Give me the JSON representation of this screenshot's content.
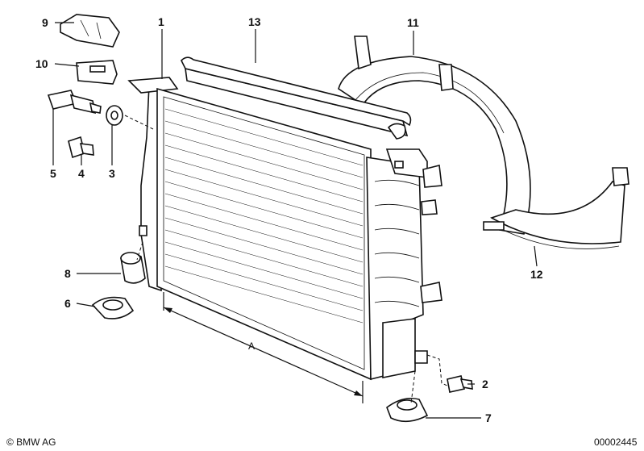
{
  "callouts": {
    "c1": "1",
    "c2": "2",
    "c3": "3",
    "c4": "4",
    "c5": "5",
    "c6": "6",
    "c7": "7",
    "c8": "8",
    "c9": "9",
    "c10": "10",
    "c11": "11",
    "c12": "12",
    "c13": "13"
  },
  "dimension_label": "A",
  "footer": {
    "copyright": "© BMW AG",
    "image_number": "00002445"
  }
}
